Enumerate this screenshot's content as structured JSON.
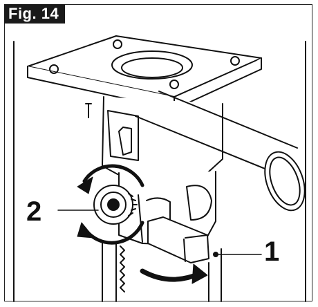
{
  "figure": {
    "label": "Fig. 14",
    "callouts": [
      {
        "id": "1",
        "text": "1"
      },
      {
        "id": "2",
        "text": "2"
      }
    ]
  },
  "colors": {
    "ink": "#111111",
    "label_bg": "#1a1a1a",
    "label_text": "#ffffff",
    "paper": "#ffffff"
  },
  "icons": [
    "curved-arrow-icon",
    "rotation-arrow-icon",
    "knob-icon"
  ]
}
